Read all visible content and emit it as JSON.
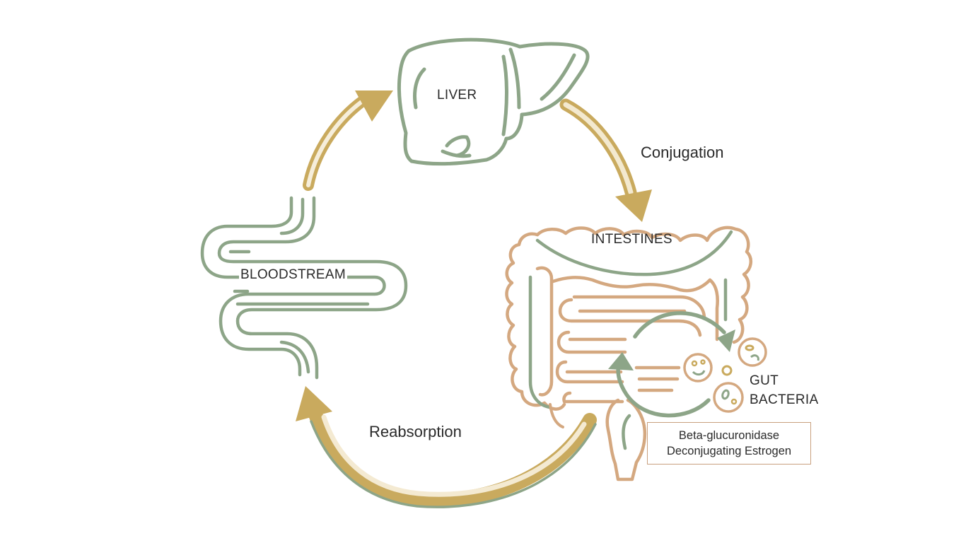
{
  "labels": {
    "liver": "LIVER",
    "conjugation": "Conjugation",
    "intestines": "INTESTINES",
    "bloodstream": "BLOODSTREAM",
    "gut_bacteria_line1": "GUT",
    "gut_bacteria_line2": "BACTERIA",
    "reabsorption": "Reabsorption",
    "enzyme_line1": "Beta-glucuronidase",
    "enzyme_line2": "Deconjugating Estrogen"
  },
  "colors": {
    "sage": "#8da588",
    "gold": "#c9aa5e",
    "terracotta": "#d4a880",
    "text": "#2a2a2a"
  },
  "icons": [
    "liver-icon",
    "bloodstream-vessel-icon",
    "intestines-icon",
    "bacteria-icon",
    "cycle-arrow-icon"
  ]
}
